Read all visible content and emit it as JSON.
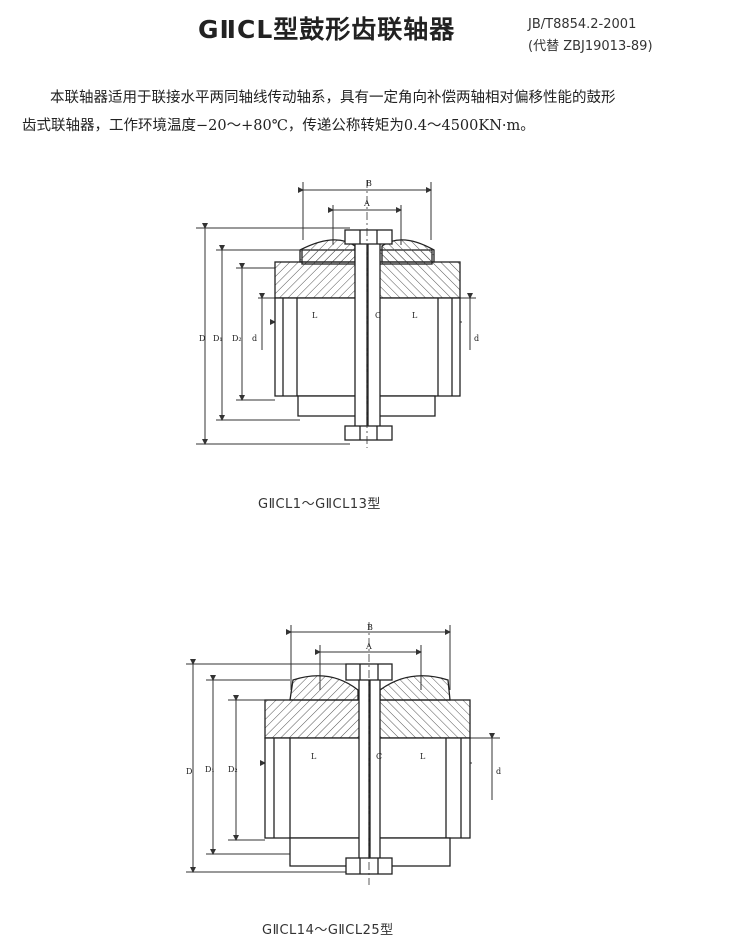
{
  "header": {
    "title": "GⅡCL型鼓形齿联轴器",
    "standard": "JB/T8854.2-2001",
    "replaces": "(代替 ZBJ19013-89)"
  },
  "description": {
    "line1": "本联轴器适用于联接水平两同轴线传动轴系，具有一定角向补偿两轴相对偏移性能的鼓形",
    "line2": "齿式联轴器，工作环境温度−20～+80℃，传递公称转矩为0.4～4500KN·m。"
  },
  "figures": [
    {
      "caption": "GⅡCL1～GⅡCL13型",
      "labels": {
        "B": "B",
        "A": "A",
        "D": "D",
        "D1": "D₁",
        "D2": "D₂",
        "d_left": "d",
        "L_left": "L",
        "C": "C",
        "L_right": "L",
        "d_right": "d"
      }
    },
    {
      "caption": "GⅡCL14～GⅡCL25型",
      "labels": {
        "B": "B",
        "A": "A",
        "D": "D",
        "D1": "D₁",
        "D2": "D₂",
        "L_left": "L",
        "C": "C",
        "L_right": "L",
        "d_right": "d"
      }
    }
  ]
}
